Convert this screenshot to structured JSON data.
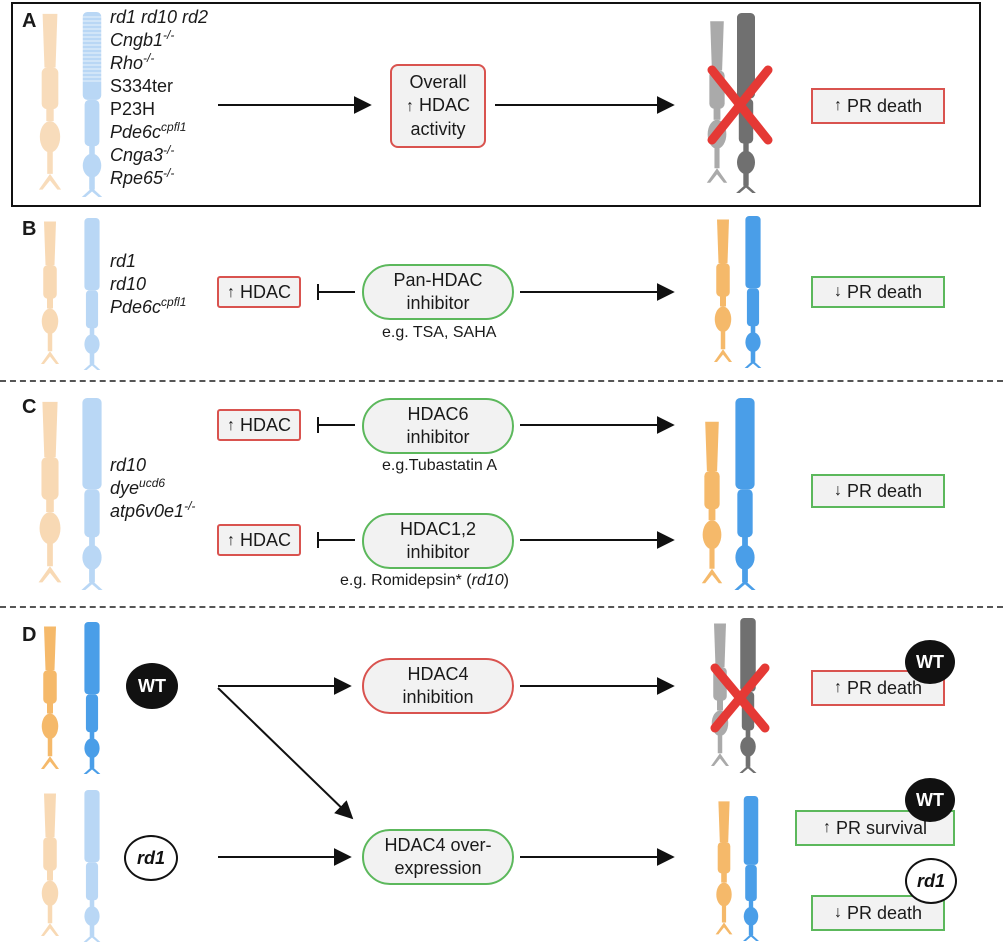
{
  "panels": {
    "A": {
      "letter": "A",
      "genes": [
        {
          "text": "rd1 rd10 rd2",
          "sup": "",
          "italic": true
        },
        {
          "text": "Cngb1",
          "sup": "-/-",
          "italic": true
        },
        {
          "text": "Rho",
          "sup": "-/-",
          "italic": true
        },
        {
          "text": "S334ter",
          "sup": "",
          "italic": false
        },
        {
          "text": "P23H",
          "sup": "",
          "italic": false
        },
        {
          "text": "Pde6c",
          "sup": "cpfl1",
          "italic": true
        },
        {
          "text": "Cnga3",
          "sup": "-/-",
          "italic": true
        },
        {
          "text": "Rpe65",
          "sup": "-/-",
          "italic": true
        }
      ],
      "box_line1": "Overall",
      "box_line2": "HDAC",
      "box_line3": "activity",
      "outcome": "PR death"
    },
    "B": {
      "letter": "B",
      "genes": [
        {
          "text": "rd1",
          "sup": ""
        },
        {
          "text": "rd10",
          "sup": ""
        },
        {
          "text": "Pde6c",
          "sup": "cpfl1"
        }
      ],
      "hdac": "HDAC",
      "inhibitor_line1": "Pan-HDAC",
      "inhibitor_line2": "inhibitor",
      "example": "e.g. TSA, SAHA",
      "outcome": "PR death"
    },
    "C": {
      "letter": "C",
      "genes": [
        {
          "text": "rd10",
          "sup": ""
        },
        {
          "text": "dye",
          "sup": "ucd6"
        },
        {
          "text": "atp6v0e1",
          "sup": "-/-"
        }
      ],
      "hdac_top": "HDAC",
      "inhibitor1_line1": "HDAC6",
      "inhibitor1_line2": "inhibitor",
      "example1": "e.g.Tubastatin A",
      "hdac_bottom": "HDAC",
      "inhibitor2_line1": "HDAC1,2",
      "inhibitor2_line2": "inhibitor",
      "example2_prefix": "e.g. Romidepsin* (",
      "example2_italic": "rd10",
      "example2_suffix": ")",
      "outcome": "PR death"
    },
    "D": {
      "letter": "D",
      "wt_label": "WT",
      "rd1_label": "rd1",
      "box1_line1": "HDAC4",
      "box1_line2": "inhibition",
      "box2_line1": "HDAC4 over-",
      "box2_line2": "expression",
      "outcome1": "PR death",
      "outcome1_badge": "WT",
      "outcome2": "PR survival",
      "outcome2_badge": "WT",
      "outcome3": "PR death",
      "outcome3_badge": "rd1"
    }
  },
  "glyphs": {
    "up": "↑",
    "down": "↓"
  },
  "colors": {
    "rod_blue": "#4a9ee8",
    "cone_orange": "#f5b96a",
    "faded_blue": "#b9d7f5",
    "faded_orange": "#f8d9b4",
    "degenerate_gray": "#8a8a8a",
    "cross_red": "#e53935",
    "red_border": "#d9534f",
    "green_border": "#5cb85c"
  }
}
